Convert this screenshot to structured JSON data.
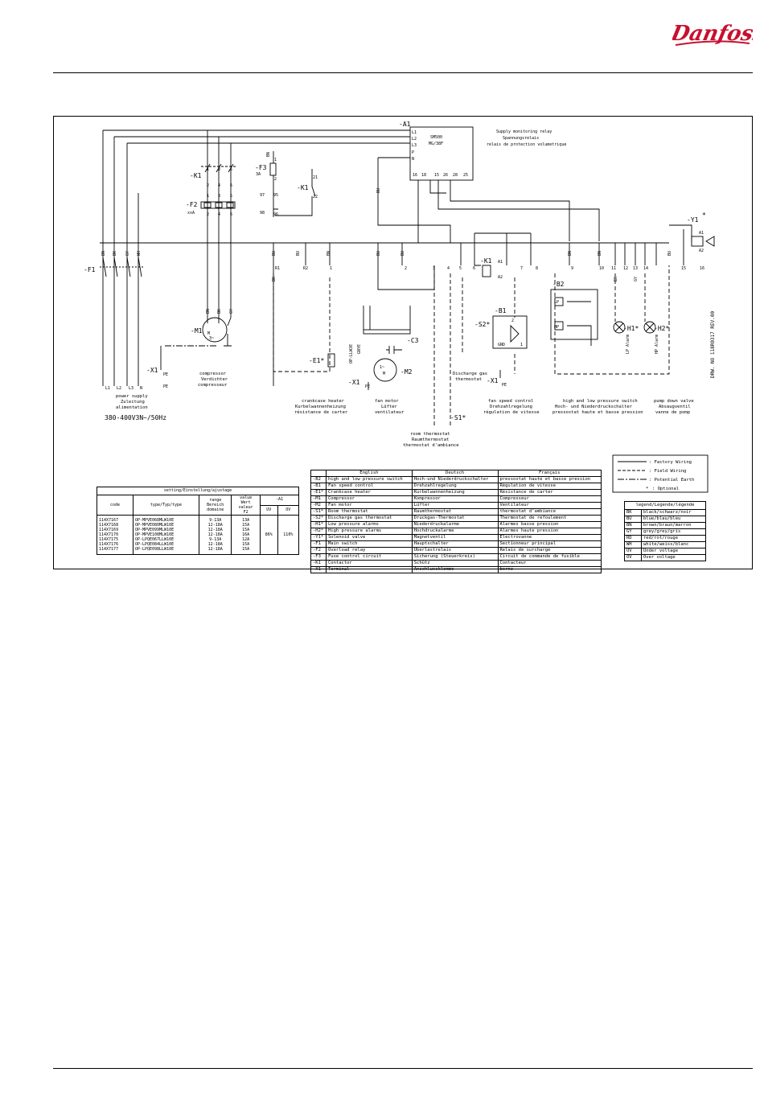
{
  "brand": {
    "logo_text": "Danfoss"
  },
  "modules": {
    "A1": {
      "tag": "-A1",
      "model_line1": "SM500",
      "model_line2": "MG/38F",
      "caption": [
        "Supply monitoring relay",
        "Spannungsrelais",
        "relais de protection volumetrique"
      ],
      "pins": [
        "L1",
        "L2",
        "L3",
        "P",
        "N"
      ],
      "contacts": [
        "16",
        "18",
        "15",
        "26",
        "28",
        "25"
      ]
    },
    "K1": {
      "tag": "-K1"
    },
    "F2": {
      "tag": "-F2",
      "sub": "xxA"
    },
    "F3": {
      "tag": "-F3",
      "rating": "3A"
    },
    "K1b": {
      "tag": "-K1"
    },
    "F1": {
      "tag": "-F1"
    },
    "M1": {
      "tag": "-M1",
      "symbol": "M",
      "sub": "3~"
    },
    "X1a": {
      "tag": "-X1",
      "pe": "PE"
    },
    "E1": {
      "tag": "-E1*",
      "part": "OP-LLW3E"
    },
    "X1b": {
      "tag": "-X1",
      "pe": "PE"
    },
    "M2": {
      "tag": "-M2",
      "symbol": "1~",
      "sub": "M"
    },
    "C3": {
      "tag": "-C3"
    },
    "S2": {
      "tag": "-S2*"
    },
    "K1c": {
      "tag": "-K1"
    },
    "B1": {
      "tag": "-B1",
      "gnd": "GND"
    },
    "X1c": {
      "tag": "-X1",
      "pe": "PE"
    },
    "S1": {
      "tag": "-S1*"
    },
    "B2": {
      "tag": "-B2",
      "lp": "LP",
      "hp": "HP"
    },
    "H1": {
      "tag": "-H1*",
      "side": "LP Alarm"
    },
    "H2": {
      "tag": "-H2*",
      "side": "HP Alarm"
    },
    "Y1": {
      "tag": "-Y1",
      "star": "*"
    }
  },
  "numbers": {
    "k1_top": [
      "1",
      "3",
      "5"
    ],
    "k1_bottom": [
      "2",
      "4",
      "6"
    ],
    "f2_top": [
      "1",
      "3",
      "5"
    ],
    "f2_bottom": [
      "2",
      "4",
      "6"
    ],
    "f3_pins": [
      "1",
      "2"
    ],
    "k1_aux": [
      "21",
      "22"
    ],
    "f2_aux": [
      "97",
      "95",
      "98",
      "96"
    ],
    "terminals": [
      "R1",
      "R2",
      "1",
      "2",
      "3",
      "4",
      "5",
      "6",
      "7",
      "8",
      "9",
      "10",
      "11",
      "12",
      "13",
      "14",
      "15",
      "16"
    ],
    "k1_coil": [
      "A1",
      "A2"
    ],
    "b1_pins": [
      "2",
      "1"
    ],
    "y1_coil": [
      "A1",
      "A2"
    ]
  },
  "wire_colors": {
    "bn": "BN",
    "bu": "BU",
    "bk": "BK",
    "gy": "GY",
    "wh": "WH",
    "gnye": "GNYE"
  },
  "supply": {
    "lines": [
      "L1",
      "L2",
      "L3",
      "N"
    ],
    "pe": "PE",
    "caption": [
      "power supply",
      "Zuleitung",
      "alimentation"
    ],
    "voltage": "380-400V3N~/50Hz"
  },
  "captions": {
    "compressor": [
      "compressor",
      "Verdichter",
      "compresseur"
    ],
    "crankcase": [
      "crankcase heater",
      "Kurbelwannenheizung",
      "résistance de carter"
    ],
    "fan_motor": [
      "fan motor",
      "Lüfter",
      "ventilateur"
    ],
    "discharge": [
      "Discharge gas",
      "thermostat"
    ],
    "room": [
      "room thermostat",
      "Raumthermostat",
      "thermostat d'ambiance"
    ],
    "fan_speed": [
      "fan speed control",
      "Drehzahlregelung",
      "régulation de vitesse"
    ],
    "pressure": [
      "high and low pressure switch",
      "Hoch- und Niederdruckschalter",
      "pressostat haute et basse pression"
    ],
    "pump_down": [
      "pump down valve",
      "Absaugventil",
      "vanne de pomp"
    ]
  },
  "drawing_no": "DRW. NO 118R0317 REV.00",
  "wiring_legend": [
    {
      "style": "solid",
      "label": ": Factory Wiring"
    },
    {
      "style": "dashed",
      "label": ": Field Wiring"
    },
    {
      "style": "dashdot",
      "label": ": Potential Earth"
    },
    {
      "style": "star",
      "label": ": Optional"
    }
  ],
  "settings_table": {
    "title": "setting/Einstellung/ajustage",
    "headers": {
      "code": "code",
      "type": "type/Typ/type",
      "range": [
        "range",
        "Bereich",
        "domaine"
      ],
      "value": [
        "value",
        "Wert",
        "valeur",
        "F2"
      ],
      "a1": "-A1",
      "uv": "UV",
      "ov": "OV"
    },
    "codes": [
      "114X7167",
      "114X7168",
      "114X7169",
      "114X7170",
      "114X7175",
      "114X7176",
      "114X7177"
    ],
    "types": [
      "OP-MPVE068MLW10E",
      "OP-MPVE080MLW10E",
      "OP-MPVE099MLW10E",
      "OP-MPVE108MLW10E",
      "OP-LPQE067LLW10E",
      "OP-LPQE084LLW10E",
      "OP-LPQE098LLW10E"
    ],
    "ranges": [
      "9-13A",
      "12-18A",
      "12-18A",
      "12-18A",
      "9-13A",
      "12-18A",
      "12-18A"
    ],
    "values": [
      "13A",
      "15A",
      "15A",
      "16A",
      "12A",
      "15A",
      "15A"
    ],
    "uv": "86%",
    "ov": "110%"
  },
  "components_table": {
    "headers": [
      "English",
      "Deutsch",
      "Français"
    ],
    "rows": [
      [
        "-B2",
        "high and low pressure switch",
        "Hoch-und Niederdruckschalter",
        "pressostat haute et basse pression"
      ],
      [
        "-B1",
        "Fan speed control",
        "Drehzahlregelung",
        "Régulation de vitesse"
      ],
      [
        "-E1*",
        "Crankcase heater",
        "Kurbelwannenheizung",
        "Résistance de carter"
      ],
      [
        "-M1",
        "Compressor",
        "Kompressor",
        "Compresseur"
      ],
      [
        "-M2",
        "Fan motor",
        "Lüfter",
        "Ventilateur"
      ],
      [
        "-S1*",
        "Room thermostat",
        "Raumthermostat",
        "thermostat d'ambiance"
      ],
      [
        "-S2*",
        "Discharge gas thermostat",
        "Druckgas-Thermostat",
        "Thermostat de refoulement"
      ],
      [
        "-H1*",
        "Low pressure alarms",
        "Niederdruckalarme",
        "Alarmes basse pression"
      ],
      [
        "-H2*",
        "High pressure alarms",
        "Hochdruckalarme",
        "Alarmes haute pression"
      ],
      [
        "-Y1*",
        "Solenoid valve",
        "Magnetventil",
        "Electrovanne"
      ],
      [
        "-F1",
        "Main switch",
        "Hauptschalter",
        "Sectionneur principal"
      ],
      [
        "-F2",
        "Overload relay",
        "Überlastrelais",
        "Relais de surcharge"
      ],
      [
        "-F3",
        "Fuse control circuit",
        "Sicherung (Steuerkreis)",
        "Circuit de commande de fusible"
      ],
      [
        "-K1",
        "Contactor",
        "Schütz",
        "Contacteur"
      ],
      [
        "-X1",
        "Terminal",
        "Anschlussklemme",
        "borne"
      ]
    ]
  },
  "color_legend": {
    "title": "legend/Legende/légende",
    "rows": [
      [
        "BK",
        "black/schwarz/noir"
      ],
      [
        "BU",
        "blue/blau/bleu"
      ],
      [
        "BN",
        "brown/braun/marron"
      ],
      [
        "GY",
        "grey/grey/gris"
      ],
      [
        "RD",
        "red/rot/rouge"
      ],
      [
        "WH",
        "white/weiss/blanc"
      ],
      [
        "UV",
        "Under voltage"
      ],
      [
        "OV",
        "Over voltage"
      ]
    ]
  }
}
